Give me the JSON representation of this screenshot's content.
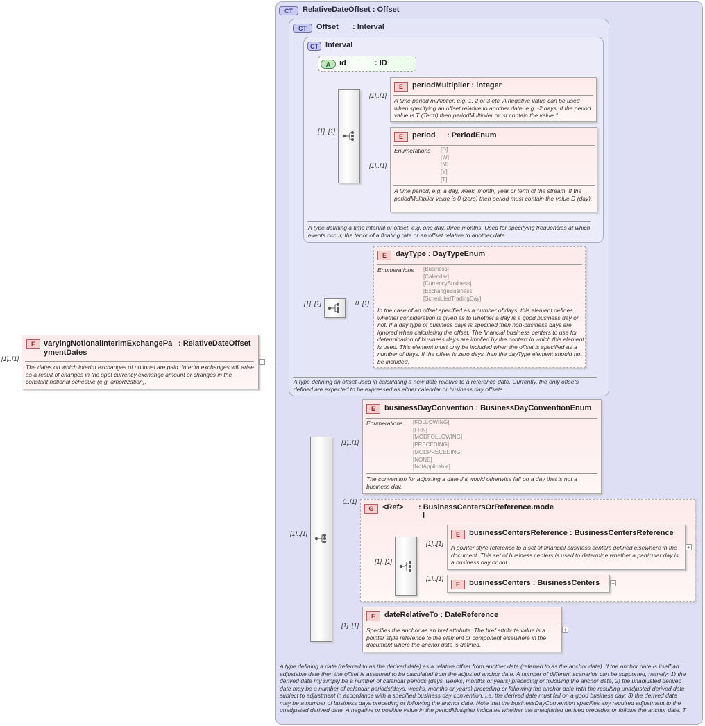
{
  "root": {
    "cardinality": "[1]..[1]",
    "badge": "E",
    "name": "varyingNotionalInterimExchangePaymentDates",
    "name_line1": "varyingNotionalInterimExchangePa",
    "name_line2": "ymentDates",
    "type": ": RelativeDateOffset",
    "description": "The dates on which interim exchanges of notional are paid. Interim exchanges will arise as a result of changes in the spot currency exchange amount or changes in the constant notional schedule (e.g. amortization).",
    "collapse_symbol": "−"
  },
  "relativeDateOffset": {
    "badge": "CT",
    "title": "RelativeDateOffset : Offset",
    "description": "A type defining a date (referred to as the derived date) as a relative offset from another date (referred to as the anchor date). If the anchor date is itself an adjustable date then the offset is assumed to be calculated from the adjusted anchor date. A number of different scenarios can be supported, namely; 1) the derived date my simply be a number of calendar periods (days, weeks, months or years) preceding or following the anchor date; 2) the unadjusted derived date may be a number of calendar periods(days, weeks, months or years) preceding or following the anchor date with the resulting unadjusted derived date subject to adjustment in accordance with a specified business day convention, i.e. the derived date must fall on a good business day; 3) the derived date may be a number of business days preceding or following the anchor date. Note that the businessDayConvention specifies any required adjustment to the unadjusted derived date. A negative or positive value in the periodMultiplier indicates whether the unadjusted derived precedes or follows the anchor date. T"
  },
  "offset": {
    "badge": "CT",
    "name": "Offset",
    "type": ": Interval",
    "description": "A type defining an offset used in calculating a new date relative to a reference date. Currently, the only offsets defined are expected to be expressed as either calendar or business day offsets."
  },
  "interval": {
    "badge": "CT",
    "title": "Interval",
    "description": "A type defining a time interval or offset, e.g. one day, three months. Used for specifying frequencies at which events occur, the tenor of a floating rate or an offset relative to another date.",
    "seq_cardinality": "[1]..[1]"
  },
  "attr_id": {
    "badge": "A",
    "name": "id",
    "type": ": ID"
  },
  "periodMultiplier": {
    "badge": "E",
    "cardinality": "[1]..[1]",
    "title": "periodMultiplier : integer",
    "description": "A time period multiplier, e.g. 1, 2 or 3 etc. A negative value can be used when specifying an offset relative to another date, e.g. -2 days. If the period value is T (Term) then periodMultiplier must contain the value 1."
  },
  "period": {
    "badge": "E",
    "cardinality": "[1]..[1]",
    "name": "period",
    "type": ": PeriodEnum",
    "enum_label": "Enumerations",
    "enumerations": [
      "[D]",
      "[W]",
      "[M]",
      "[Y]",
      "[T]"
    ],
    "description": "A time period, e.g. a day, week, month, year or term of the stream. If the periodMultiplier value is 0 (zero) then period must contain the value D (day)."
  },
  "offset_seq": {
    "cardinality": "[1]..[1]"
  },
  "dayType": {
    "badge": "E",
    "cardinality": "0..[1]",
    "title": "dayType : DayTypeEnum",
    "enum_label": "Enumerations",
    "enumerations": [
      "[Business]",
      "[Calendar]",
      "[CurrencyBusiness]",
      "[ExchangeBusiness]",
      "[ScheduledTradingDay]"
    ],
    "description": "In the case of an offset specified as a number of days, this element defines whether consideration is given as to whether a day is a good business day or not. If a day type of business days is specified then non-business days are ignored when calculating the offset. The financial business centers to use for determination of business days are implied by the context in which this element is used. This element must only be included when the offset is specified as a number of days. If the offset is zero days then the dayType element should not be included."
  },
  "main_seq": {
    "cardinality": "[1]..[1]"
  },
  "businessDayConvention": {
    "badge": "E",
    "cardinality": "[1]..[1]",
    "title": "businessDayConvention : BusinessDayConventionEnum",
    "enum_label": "Enumerations",
    "enumerations": [
      "[FOLLOWING]",
      "[FRN]",
      "[MODFOLLOWING]",
      "[PRECEDING]",
      "[MODPRECEDING]",
      "[NONE]",
      "[NotApplicable]"
    ],
    "description": "The convention for adjusting a date if it would otherwise fall on a day that is not a business day."
  },
  "businessCentersGroup": {
    "badge": "G",
    "cardinality": "0..[1]",
    "ref": "<Ref>",
    "type_line1": ": BusinessCentersOrReference.mode",
    "type_line2": "l",
    "choice_cardinality": "[1]..[1]"
  },
  "businessCentersReference": {
    "badge": "E",
    "cardinality": "[1]..[1]",
    "title": "businessCentersReference : BusinessCentersReference",
    "description": "A pointer style reference to a set of financial business centers defined elsewhere in the document. This set of business centers is used to determine whether a particular day is a business day or not.",
    "expand_symbol": "+"
  },
  "businessCenters": {
    "badge": "E",
    "cardinality": "[1]..[1]",
    "title": "businessCenters : BusinessCenters",
    "expand_symbol": "+"
  },
  "dateRelativeTo": {
    "badge": "E",
    "cardinality": "[1]..[1]",
    "title": "dateRelativeTo : DateReference",
    "description": "Specifies the anchor as an href attribute. The href attribute value is a pointer style reference to the element or component elsewhere in the document where the anchor date is defined.",
    "expand_symbol": "+"
  }
}
